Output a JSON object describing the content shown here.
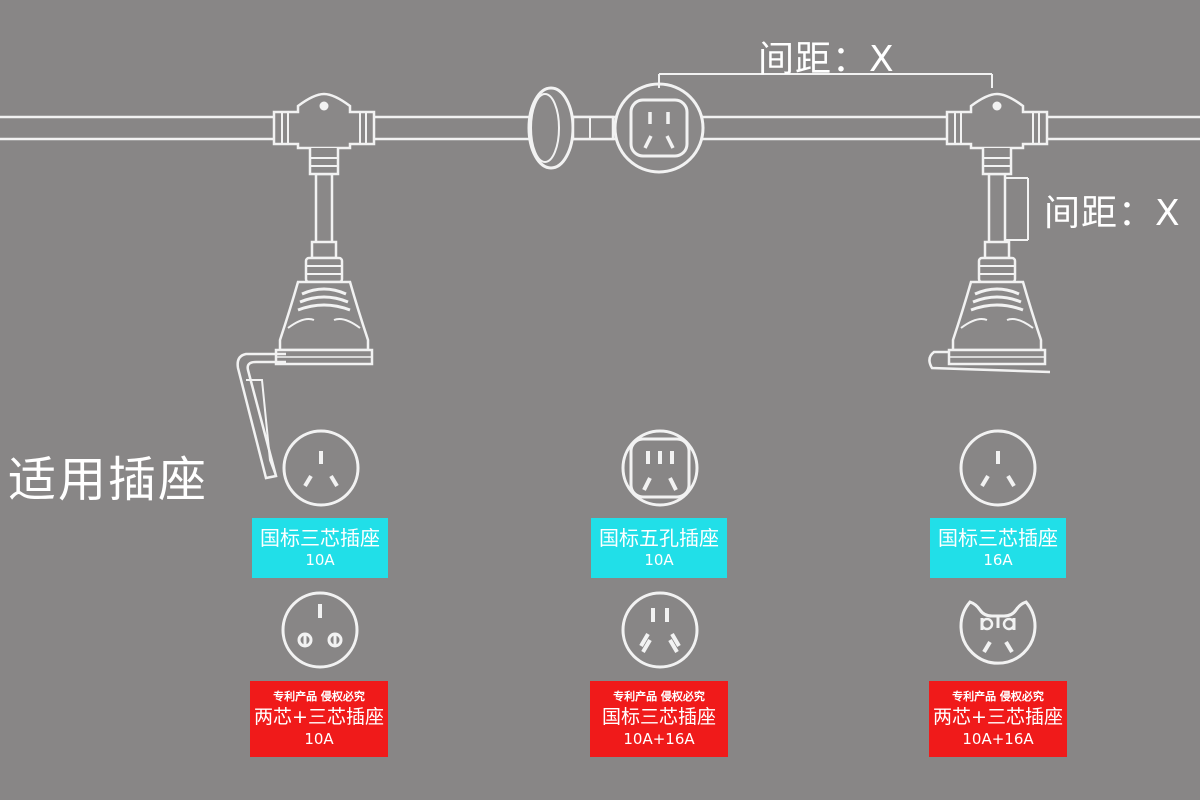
{
  "spacing_label_top": "间距：X",
  "spacing_label_side": "间距：X",
  "section_title": "适用插座",
  "socket_types": [
    {
      "name": "国标三芯插座",
      "rating": "10A"
    },
    {
      "name": "国标五孔插座",
      "rating": "10A"
    },
    {
      "name": "国标三芯插座",
      "rating": "16A"
    }
  ],
  "alt_socket_types": [
    {
      "tag": "专利产品  侵权必究",
      "name": "两芯+三芯插座",
      "rating": "10A"
    },
    {
      "tag": "专利产品  侵权必究",
      "name": "国标三芯插座",
      "rating": "10A+16A"
    },
    {
      "tag": "专利产品  侵权必究",
      "name": "两芯+三芯插座",
      "rating": "10A+16A"
    }
  ],
  "colors": {
    "background": "#888686",
    "line": "#f2f2f2",
    "standard_label_bg": "#21dfe8",
    "patent_label_bg": "#f01a1a"
  }
}
